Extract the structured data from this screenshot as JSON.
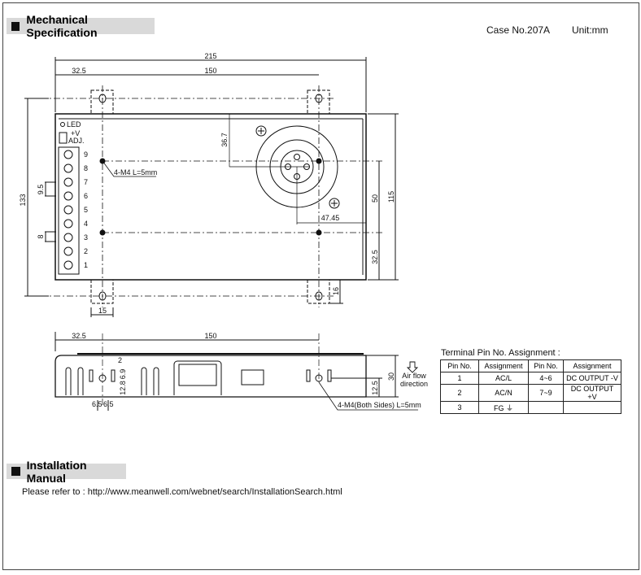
{
  "header": {
    "title": "Mechanical Specification",
    "case_no": "Case No.207A",
    "unit": "Unit:mm"
  },
  "top_view": {
    "dims": {
      "overall_length": "215",
      "left_offset": "32.5",
      "hole_spacing": "150",
      "height": "133",
      "inner_height": "115",
      "hole_vertical": "50",
      "hole_bottom": "32.5",
      "fan_top": "36.7",
      "fan_right": "47.45",
      "tab_width": "15",
      "tab_height": "16",
      "pin_pitch": "9.5",
      "terminal_dim": "8"
    },
    "labels": {
      "led": "LED",
      "vadj_1": "+V",
      "vadj_2": "ADJ.",
      "screw_note": "4-M4 L=5mm"
    },
    "terminal_numbers": [
      "9",
      "8",
      "7",
      "6",
      "5",
      "4",
      "3",
      "2",
      "1"
    ]
  },
  "side_view": {
    "dims": {
      "left_offset": "32.5",
      "hole_spacing": "150",
      "height": "30",
      "hole_height": "12.5",
      "slot_width": "2",
      "slot_height": "6.9",
      "slot_offset": "12.8",
      "gap_left": "6.5",
      "gap_right": "6.5"
    },
    "airflow_1": "Air flow",
    "airflow_2": "direction",
    "screw_note": "4-M4(Both Sides) L=5mm"
  },
  "pin_table": {
    "title": "Terminal Pin No. Assignment :",
    "headers": [
      "Pin No.",
      "Assignment",
      "Pin No.",
      "Assignment"
    ],
    "rows": [
      [
        "1",
        "AC/L",
        "4~6",
        "DC OUTPUT -V"
      ],
      [
        "2",
        "AC/N",
        "7~9",
        "DC OUTPUT +V"
      ],
      [
        "3",
        "FG ⏚",
        "",
        ""
      ]
    ]
  },
  "install": {
    "title": "Installation Manual",
    "text": "Please refer to : http://www.meanwell.com/webnet/search/InstallationSearch.html"
  }
}
